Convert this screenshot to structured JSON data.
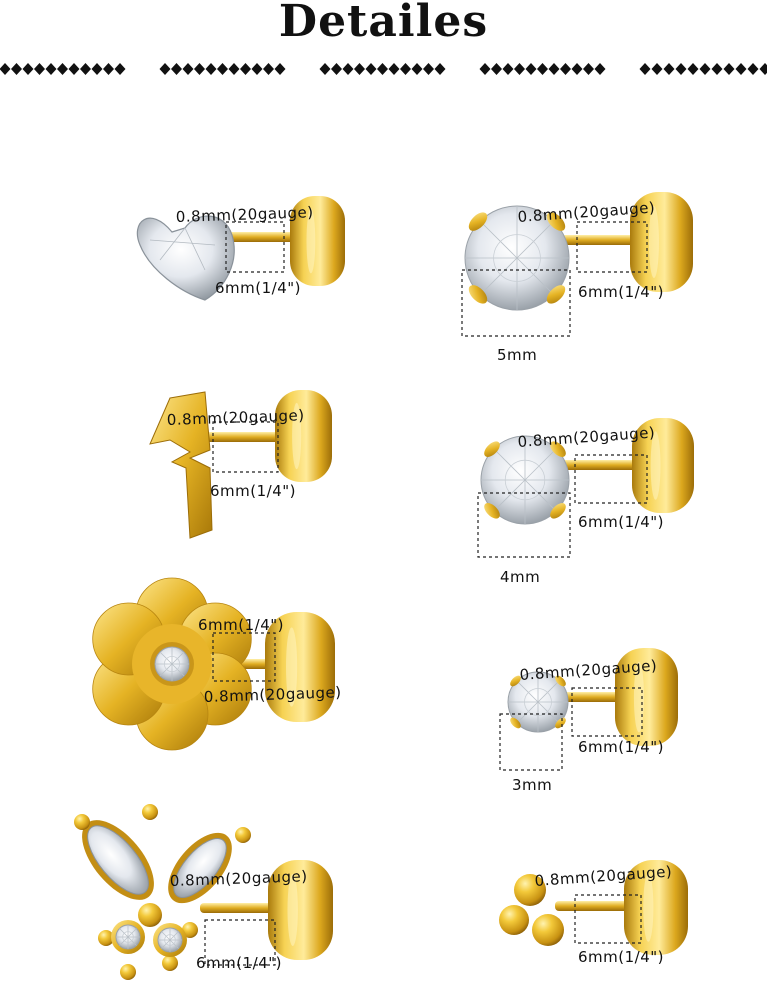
{
  "title": "Detailes",
  "items": [
    {
      "shape": "heart",
      "gauge": "0.8mm(20gauge)",
      "length": "6mm(1/4\")",
      "size": ""
    },
    {
      "shape": "round-5mm",
      "gauge": "0.8mm(20gauge)",
      "length": "6mm(1/4\")",
      "size": "5mm"
    },
    {
      "shape": "lightning",
      "gauge": "0.8mm(20gauge)",
      "length": "6mm(1/4\")",
      "size": ""
    },
    {
      "shape": "round-4mm",
      "gauge": "0.8mm(20gauge)",
      "length": "6mm(1/4\")",
      "size": "4mm"
    },
    {
      "shape": "flower",
      "gauge": "0.8mm(20gauge)",
      "length": "6mm(1/4\")",
      "size": ""
    },
    {
      "shape": "round-3mm",
      "gauge": "0.8mm(20gauge)",
      "length": "6mm(1/4\")",
      "size": "3mm"
    },
    {
      "shape": "butterfly",
      "gauge": "0.8mm(20gauge)",
      "length": "6mm(1/4\")",
      "size": ""
    },
    {
      "shape": "ball-cluster",
      "gauge": "0.8mm(20gauge)",
      "length": "6mm(1/4\")",
      "size": ""
    }
  ],
  "colors": {
    "gold": "#e0b020",
    "gold_dark": "#b88610",
    "gold_light": "#fbe48a",
    "text": "#111111"
  }
}
